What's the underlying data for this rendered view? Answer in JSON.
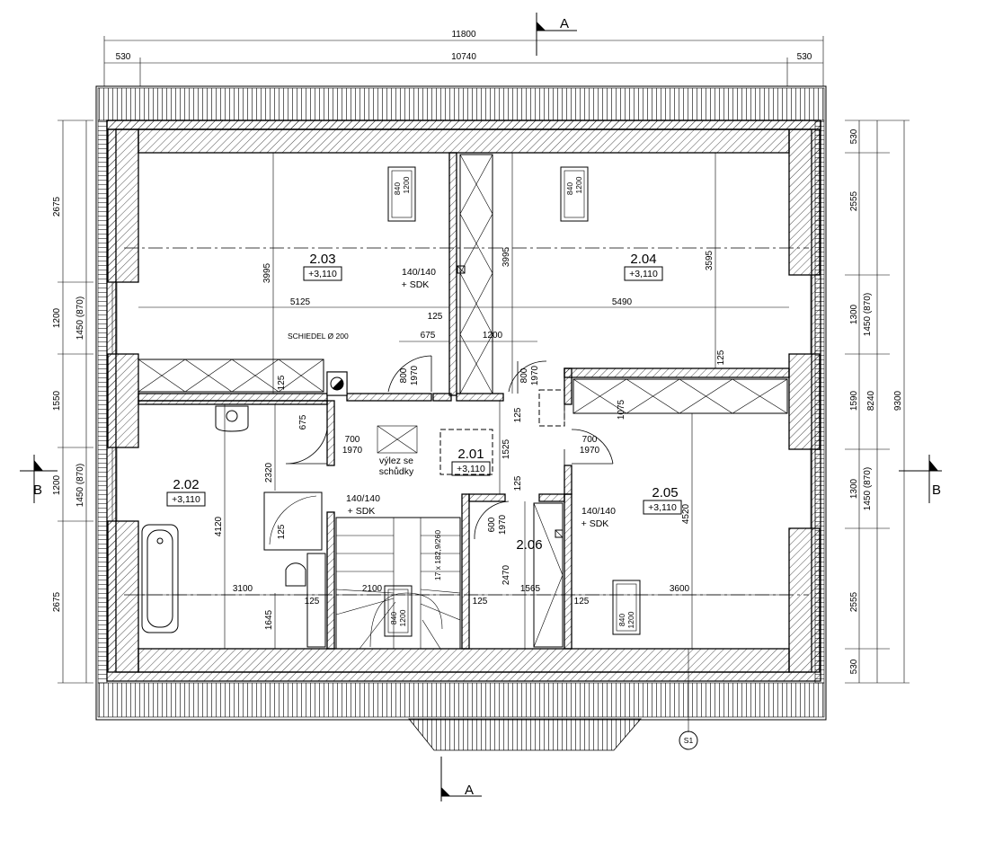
{
  "dimensions": {
    "top_total": "11800",
    "top_inner": "10740",
    "top_left_overhang": "530",
    "top_right_overhang": "530",
    "left_segments": [
      "2675",
      "1200",
      "1450 (870)",
      "1550",
      "1200",
      "1450 (870)",
      "2675"
    ],
    "right_segments": [
      "530",
      "2555",
      "1300",
      "1450 (870)",
      "1590",
      "8240",
      "9300",
      "1300",
      "1450 (870)",
      "2555",
      "530"
    ]
  },
  "section_marks": {
    "a": "A",
    "b": "B"
  },
  "rooms": [
    {
      "number": "2.03",
      "level": "+3,110"
    },
    {
      "number": "2.04",
      "level": "+3,110"
    },
    {
      "number": "2.02",
      "level": "+3,110"
    },
    {
      "number": "2.01",
      "level": "+3,110"
    },
    {
      "number": "2.05",
      "level": "+3,110"
    },
    {
      "number": "2.06",
      "level": ""
    }
  ],
  "window_labels": {
    "w": "840",
    "h": "1200"
  },
  "inner_dims": {
    "r203_width": "5125",
    "r203_height": "3995",
    "r204_width": "5490",
    "r204_height_a": "3995",
    "r204_height_b": "3595",
    "r202_width": "3100",
    "r202_height": "4120",
    "r202_shower": "2320",
    "r202_wc": "1645",
    "r205_width": "3600",
    "r205_height": "4520",
    "r206_width": "1565",
    "r206_height": "2470",
    "stair_width": "2100",
    "corr_1525": "1525",
    "d675": "675",
    "d1200": "1200",
    "d125": "125",
    "d1075": "1075",
    "d1970": "1970",
    "d800": "800",
    "d700": "700",
    "d600": "600"
  },
  "annotations": {
    "sdk": "140/140",
    "sdk2": "+ SDK",
    "chimney": "SCHIEDEL Ø 200",
    "hatch_line1": "výlez se",
    "hatch_line2": "schůdky",
    "stair": "17 x 182,9/260",
    "column": "S1"
  }
}
